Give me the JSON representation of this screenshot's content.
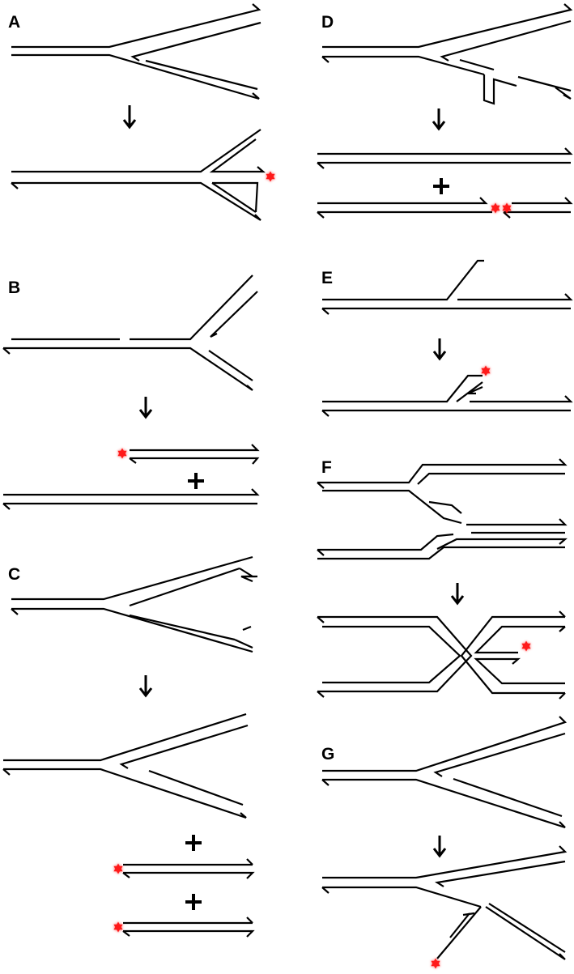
{
  "panels": [
    {
      "id": "A",
      "label": "A"
    },
    {
      "id": "B",
      "label": "B"
    },
    {
      "id": "C",
      "label": "C"
    },
    {
      "id": "D",
      "label": "D"
    },
    {
      "id": "E",
      "label": "E"
    },
    {
      "id": "F",
      "label": "F"
    },
    {
      "id": "G",
      "label": "G"
    }
  ],
  "colors": {
    "strand": "#000000",
    "damage_star": "#ff1a1a",
    "background": "#ffffff"
  },
  "icons": {
    "reaction_arrow": "down-arrow-icon",
    "combine": "plus-icon",
    "damage": "red-star-icon"
  }
}
